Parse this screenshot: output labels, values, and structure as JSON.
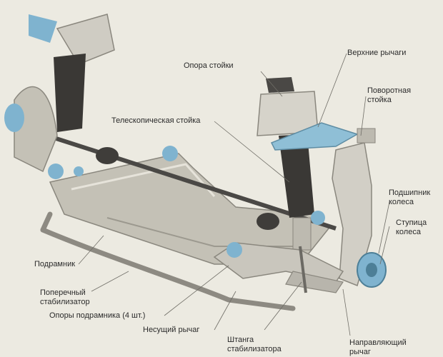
{
  "labels": {
    "strut_mount": "Опора стойки",
    "upper_arms": "Верхние рычаги",
    "steering_knuckle": "Поворотная\nстойка",
    "telescopic_strut": "Телескопическая стойка",
    "wheel_bearing": "Подшипник\nколеса",
    "wheel_hub": "Ступица\nколеса",
    "subframe": "Подрамник",
    "anti_roll_bar": "Поперечный\nстабилизатор",
    "subframe_mounts": "Опоры подрамника (4 шт.)",
    "lower_arm": "Несущий рычаг",
    "stabilizer_link": "Штанга\nстабилизатора",
    "guide_arm": "Направляющий\nрычаг"
  },
  "colors": {
    "background": "#eceae1",
    "metal": "#b9b6ab",
    "bushing_blue": "#7fb3cf",
    "rubber_dark": "#3a3835"
  }
}
